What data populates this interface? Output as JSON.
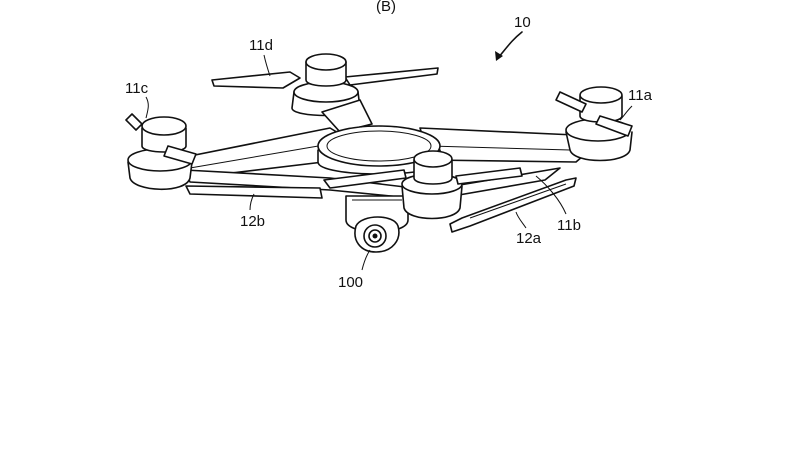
{
  "figure": {
    "panel_label": "(B)",
    "reference_numeral": "10",
    "parts": {
      "rotor_front_right": "11a",
      "rotor_front_left_arm": "11b",
      "rotor_left": "11c",
      "rotor_rear": "11d",
      "landing_skid_right": "12a",
      "landing_skid_left": "12b",
      "camera_unit": "100"
    }
  }
}
